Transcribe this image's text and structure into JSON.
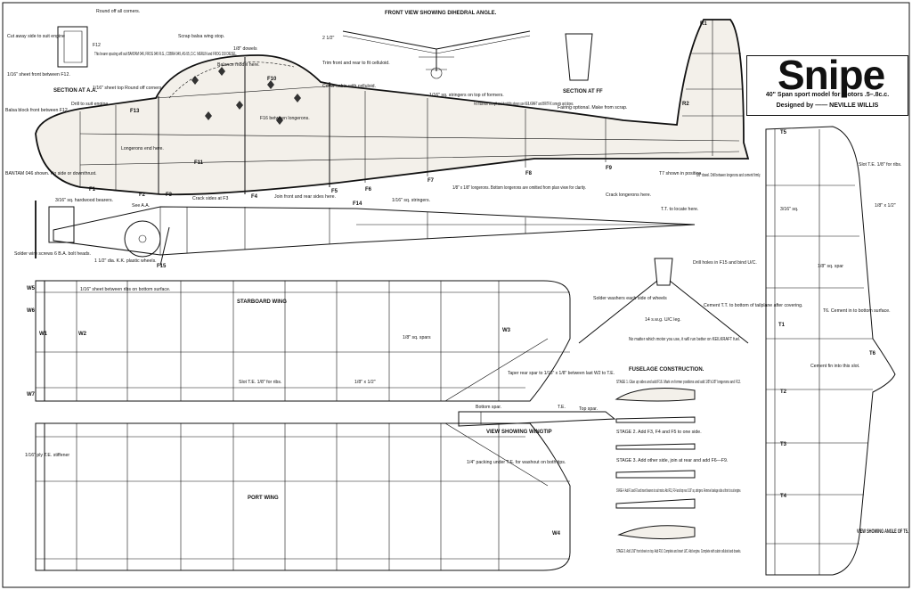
{
  "title": {
    "name": "Snipe",
    "subtitle": "40\" Span sport model for motors .5–.8c.c.",
    "designer": "Designed by —— NEVILLE WILLIS"
  },
  "notes": {
    "round_corners": "Round off all corners.",
    "cut_away": "Cut away side to suit engine",
    "f12": "F12",
    "bearers_spacing": "This bearer spacing will suit BANTAM 046, FROG 049 R.G., COBRA 049, AS-55, D.C. MERLIN and FROG 150 DIESEL.",
    "sheet_top": "1/16\" sheet top Round off corners.",
    "sheet_front": "1/16\" sheet front between F12.",
    "section_aa": "SECTION AT A.A.",
    "balsa_block": "Balsa block front between F12.",
    "drill_engine": "Drill to suit engine.",
    "scrap_stop": "Scrap balsa wing stop.",
    "dowels": "1/8\" dowels",
    "balance": "Balance model here.",
    "trim": "Trim front and rear to fit celluloid.",
    "cover_cabin": "Cover cabin with celluloid.",
    "front_view": "FRONT VIEW SHOWING DIHEDRAL ANGLE.",
    "dihedral": "2 1/2\"",
    "stringers_top": "1/16\" sq. stringers on top of formers.",
    "strength_note": "For maximum strength and durability always use KEILKRAFT and BRITFIX cements and dopes.",
    "section_ff": "SECTION AT FF",
    "fairing": "Fairing optional. Make from scrap.",
    "f16": "F16 between longerons.",
    "longerons": "Longerons end here.",
    "bantam": "BANTAM 046 shown. No side or downthrust.",
    "hardwood": "3/16\" sq. hardwood bearers.",
    "solder_screws": "Solder wire screws 6 B.A. bolt heads.",
    "wheels": "1 1/2\" dia. K.K. plastic wheels.",
    "see_aa": "See A.A.",
    "crack_f3": "Crack sides at F3",
    "join_front": "Join front and rear sides here.",
    "bottom_longerons": "1/8\" x 1/8\" longerons. Bottom longerons are omitted from plan view for clarity.",
    "stringers": "1/16\" sq. stringers.",
    "crack_longerons": "Crack longerons here.",
    "tt_locate": "T.T. to locate here.",
    "t7_shown": "T7 shown in position.",
    "dowel_drill": "1/8\" dowel. Drill between longerons and cement firmly.",
    "starboard_wing": "STARBOARD WING",
    "port_wing": "PORT WING",
    "sheet_between": "1/16\" sheet between ribs on bottom surface.",
    "slot_te": "Slot T.E. 1/8\" for ribs.",
    "spars": "1/8\" sq. spars",
    "te_size": "1/8\" x 1/2\"",
    "taper": "Taper rear spar to 1/16\" x 1/8\" between last W2 to T.E.",
    "ply": "1/16\" ply T.E. stiffener",
    "wingtip": "VIEW SHOWING WINGTIP",
    "bottom_spar": "Bottom spar.",
    "te": "T.E.",
    "top_spar": "Top spar.",
    "packing": "1/4\" packing under T.E. for washout on both tips.",
    "drill_holes": "Drill holes in F15 and bind U/C.",
    "solder_washers": "Solder washers each side of wheels",
    "swg": "14 s.w.g. U/C leg.",
    "motor_note": "No matter which motor you use, it will run better on KEILKRAFT fuel.",
    "cement_tt": "Cement T.T. to bottom of tailplane after covering.",
    "fuselage": "FUSELAGE CONSTRUCTION.",
    "stage1": "STAGE 1. Glue up sides and add F16. Mark on former positions and add 1/8\"x1/8\" longerons and F12.",
    "stage2": "STAGE 2. Add F3, F4 and F5 to one side.",
    "stage3": "STAGE 3. Add other side, join at rear and add F6—F9.",
    "stage4": "STAGE 4. Add F1 and F2 and insert bearers to suit motor. Add F13, F14 and top rear 1/16\" sq. stringers. Remove fuselage side at front to suit engine.",
    "stage5": "STAGE 5. Add 1/16\" front sheet on top. Add F10. Complete and insert U/C. Add engine. Complete with cabin celluloid and dowels.",
    "slot_te_tail": "Slot T.E. 1/8\" for ribs.",
    "t6_cement": "T6. Cement in to bottom surface.",
    "cement_fin": "Cement fin into this slot.",
    "tail_spar": "1/8\" sq. spar",
    "tail_le": "3/16\" sq.",
    "tail_te": "1/8\" x 1/2\"",
    "view_angle": "VIEW SHOWING ANGLE OF T5."
  },
  "parts": {
    "w1": "W1",
    "w2": "W2",
    "w3": "W3",
    "w4": "W4",
    "w5": "W5",
    "w6": "W6",
    "w7": "W7",
    "f1": "F1",
    "f2": "F2",
    "f3": "F3",
    "f4": "F4",
    "f5": "F5",
    "f6": "F6",
    "f7": "F7",
    "f8": "F8",
    "f9": "F9",
    "f10": "F10",
    "f11": "F11",
    "f13": "F13",
    "f14": "F14",
    "f15": "F15",
    "r1": "R1",
    "r2": "R2",
    "t1": "T1",
    "t2": "T2",
    "t3": "T3",
    "t4": "T4",
    "t5": "T5",
    "t6": "T6"
  }
}
